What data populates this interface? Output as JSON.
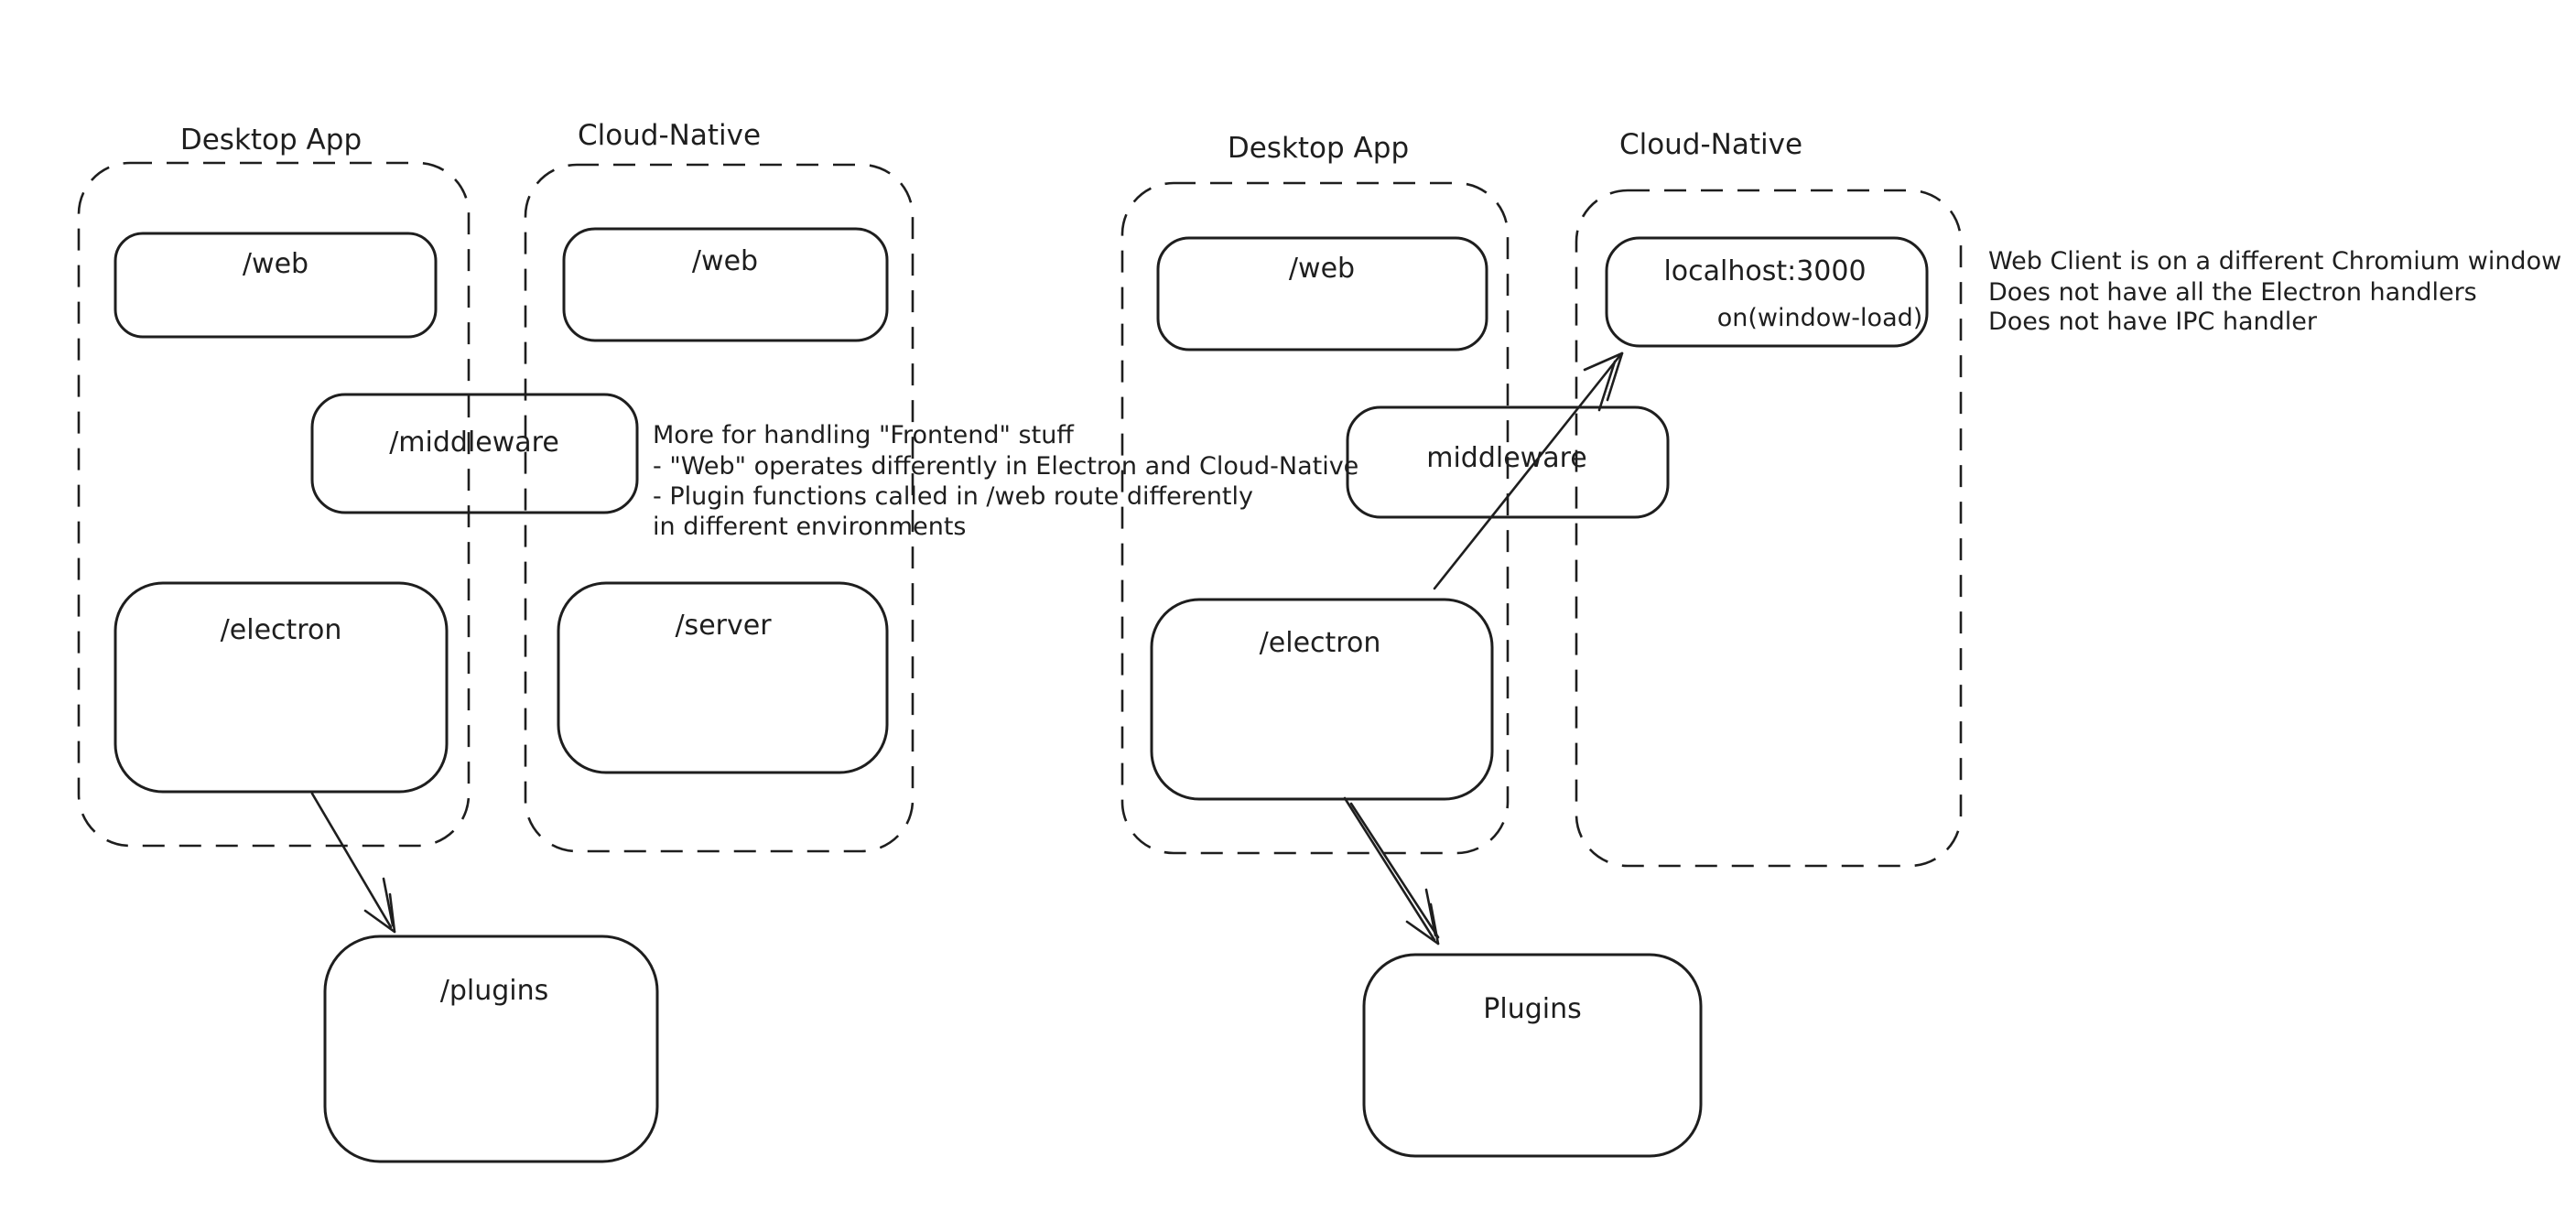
{
  "canvas": {
    "background": "#ffffff",
    "ink": "#1e1e1e",
    "green": "#4a9b50",
    "red": "#cd3d35"
  },
  "left": {
    "desktop": {
      "label": "Desktop App",
      "web": "/web",
      "electron": "/electron"
    },
    "cloud": {
      "label": "Cloud-Native",
      "web": "/web",
      "server": "/server"
    },
    "middleware": "/middleware",
    "plugins": "/plugins",
    "green_note": {
      "line1": "More for handling \"Frontend\" stuff",
      "line2": "- \"Web\" operates differently in Electron and Cloud-Native",
      "line3": "- Plugin functions called in /web route differently",
      "line4": "in different environments"
    }
  },
  "right": {
    "desktop": {
      "label": "Desktop App",
      "web": "/web",
      "electron": "/electron"
    },
    "cloud": {
      "label": "Cloud-Native",
      "localhost": "localhost:3000",
      "window_load": "on(window-load)"
    },
    "middleware": "middleware",
    "plugins": "Plugins",
    "red_note": {
      "line1": "Web Client is on a different Chromium window",
      "line2": "Does not have all the Electron handlers",
      "line3": "Does not have IPC handler"
    }
  }
}
